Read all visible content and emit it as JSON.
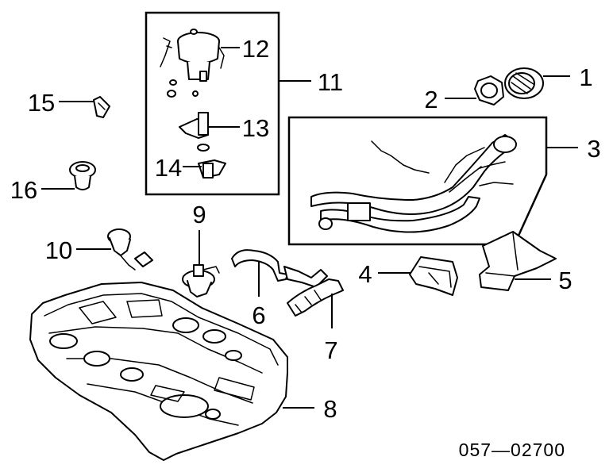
{
  "diagram": {
    "diagram_code": "057—02700",
    "parts": [
      {
        "id": "p1",
        "number": "1"
      },
      {
        "id": "p2",
        "number": "2"
      },
      {
        "id": "p3",
        "number": "3"
      },
      {
        "id": "p4",
        "number": "4"
      },
      {
        "id": "p5",
        "number": "5"
      },
      {
        "id": "p6",
        "number": "6"
      },
      {
        "id": "p7",
        "number": "7"
      },
      {
        "id": "p8",
        "number": "8"
      },
      {
        "id": "p9",
        "number": "9"
      },
      {
        "id": "p10",
        "number": "10"
      },
      {
        "id": "p11",
        "number": "11"
      },
      {
        "id": "p12",
        "number": "12"
      },
      {
        "id": "p13",
        "number": "13"
      },
      {
        "id": "p14",
        "number": "14"
      },
      {
        "id": "p15",
        "number": "15"
      },
      {
        "id": "p16",
        "number": "16"
      }
    ]
  }
}
